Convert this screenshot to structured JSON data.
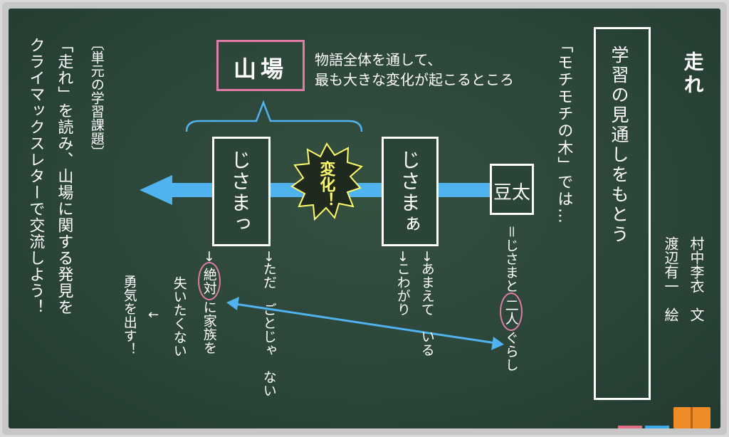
{
  "title": "走れ",
  "credits": {
    "author": "村中李衣　文",
    "illustrator": "渡辺有一　絵"
  },
  "outlook_box": "学習の見通しをもとう",
  "mochimochi_intro": "「モチモチの木」では…",
  "climax_label": "山場",
  "climax_desc": [
    "物語全体を通して、",
    "最も大きな変化が起こるところ"
  ],
  "change_label": "変化！",
  "boxes": {
    "mame": "豆太",
    "jisama_right": "じさまぁ",
    "jisama_left": "じさまっ"
  },
  "notes": {
    "mame_prefix": "＝じさまと",
    "mame_circled": "二人",
    "mame_suffix": "ぐらし",
    "amaeteiru": "→あまえて　いる",
    "kowagari": "→こわがり",
    "tadagoto": "→ただ　ごとじゃ　ない",
    "zettai_arrow": "→",
    "zettai_circled": "絶対",
    "zettai_rest": "に家族を",
    "ushinai": "失いたくない",
    "arrow_left": "←",
    "yuuki": "勇気を出す！"
  },
  "task": {
    "header": "〔単元の学習課題〕",
    "line1": "「走れ」を読み、山場に関する発見を",
    "line2": "クライマックスレターで交流しよう！"
  },
  "colors": {
    "board": "#2b4438",
    "chalk_white": "#ffffff",
    "pink": "#e07aa6",
    "blue_arrow": "#4fb3f0",
    "yellow": "#ffff66",
    "tray_pink": "#e06f86",
    "tray_blue": "#3da8e8",
    "eraser": "#f08c28"
  }
}
